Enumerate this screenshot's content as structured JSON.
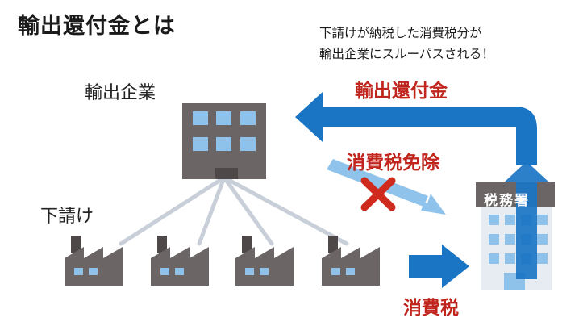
{
  "title": "輸出還付金とは",
  "note": {
    "line1": "下請けが納税した消費税分が",
    "line2": "輸出企業にスルーパスされる！"
  },
  "labels": {
    "exporter": "輸出企業",
    "subcontractor": "下請け",
    "refund": "輸出還付金",
    "exempt": "消費税免除",
    "consumption_tax": "消費税",
    "tax_office": "税務署"
  },
  "colors": {
    "arrow_blue": "#1a75c4",
    "arrow_light_blue": "#90c3eb",
    "red_text": "#c0261e",
    "building_gray": "#6b6565",
    "window_blue": "#8fc2ea",
    "line_gray": "#c8cfd9"
  },
  "icons": [
    "factory-icon",
    "office-building-icon",
    "tax-office-building-icon",
    "cross-mark-icon"
  ]
}
